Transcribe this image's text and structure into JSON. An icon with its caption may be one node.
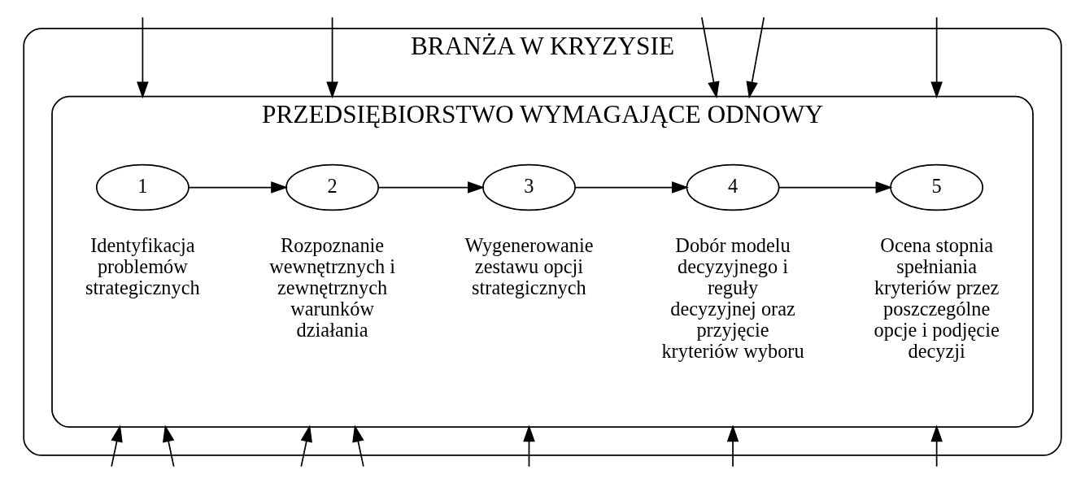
{
  "diagram": {
    "nodes": [
      {
        "text": [
          "BRANŻA W KRYZYSIE"
        ]
      },
      {
        "text": [
          "PRZEDSIĘBIORSTWO WYMAGAJĄCE ODNOWY"
        ],
        "in": 0
      },
      {
        "text": [
          "1"
        ],
        "in": 1,
        "beside": [
          "Identyfikacja problemów strategicznych"
        ]
      },
      {
        "text": [
          "2"
        ],
        "in": 1,
        "beside": [
          "Rozpoznanie wewnętrznych i zewnętrznych warunków działania"
        ]
      },
      {
        "text": [
          "3"
        ],
        "in": 1,
        "beside": [
          "Wygenerowanie zestawu opcji strategicznych"
        ]
      },
      {
        "text": [
          "4"
        ],
        "in": 1,
        "beside": [
          "Dobór modelu decyzyjnego i reguły decyzyjnej oraz przyjęcie kryteriów wyboru"
        ]
      },
      {
        "text": [
          "5"
        ],
        "in": 1,
        "beside": [
          "Ocena stopnia spełniania kryteriów przez poszczególne opcje i podjęcie decyzji"
        ]
      }
    ],
    "edges": [
      {
        "from": 2,
        "to": 3,
        "arrow": "to"
      },
      {
        "from": 3,
        "to": 4,
        "arrow": "to"
      },
      {
        "from": 4,
        "to": 5,
        "arrow": "to"
      },
      {
        "from": 5,
        "to": 6,
        "arrow": "to"
      },
      {
        "from": null,
        "to": 1,
        "arrow": "to"
      },
      {
        "from": null,
        "to": 1,
        "arrow": "to"
      },
      {
        "from": null,
        "to": 1,
        "arrow": "to"
      },
      {
        "from": null,
        "to": 1,
        "arrow": "to"
      },
      {
        "from": null,
        "to": 1,
        "arrow": "to"
      },
      {
        "from": null,
        "to": 1,
        "arrow": "to"
      },
      {
        "from": null,
        "to": 1,
        "arrow": "to"
      },
      {
        "from": null,
        "to": 1,
        "arrow": "to"
      },
      {
        "from": null,
        "to": 1,
        "arrow": "to"
      },
      {
        "from": null,
        "to": 1,
        "arrow": "to"
      },
      {
        "from": null,
        "to": 1,
        "arrow": "to"
      },
      {
        "from": null,
        "to": 1,
        "arrow": "to"
      }
    ]
  }
}
